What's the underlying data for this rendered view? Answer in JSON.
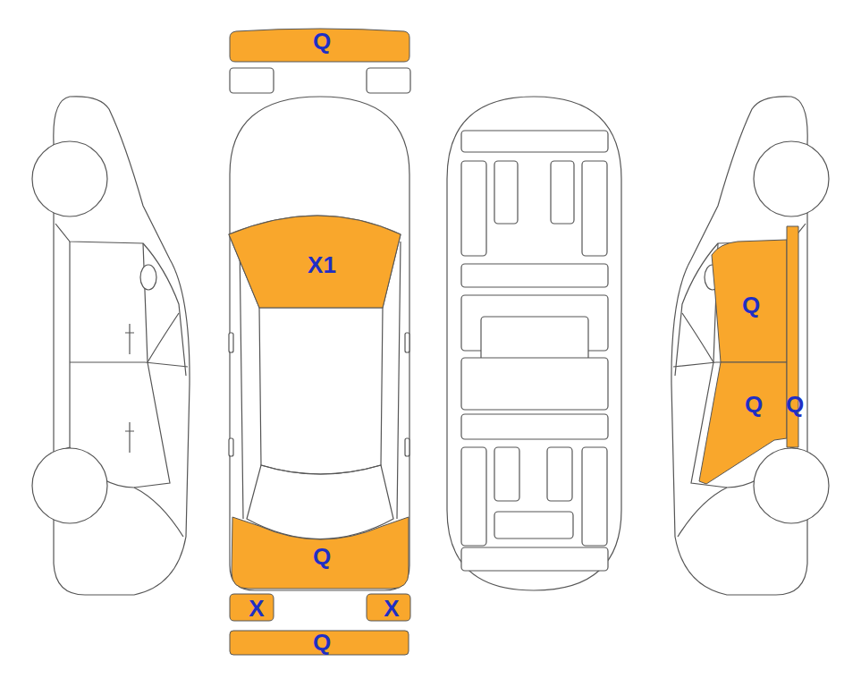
{
  "diagram": {
    "nodes": [
      {
        "text": [
          "Q"
        ]
      },
      {
        "text": [
          "X1"
        ]
      },
      {
        "text": [
          "Q"
        ]
      },
      {
        "text": [
          "Q"
        ]
      },
      {
        "text": [
          "Q"
        ]
      },
      {
        "text": [
          "Q"
        ]
      },
      {
        "text": [
          "X"
        ]
      },
      {
        "text": [
          "X"
        ]
      },
      {
        "text": [
          "Q"
        ]
      }
    ]
  }
}
